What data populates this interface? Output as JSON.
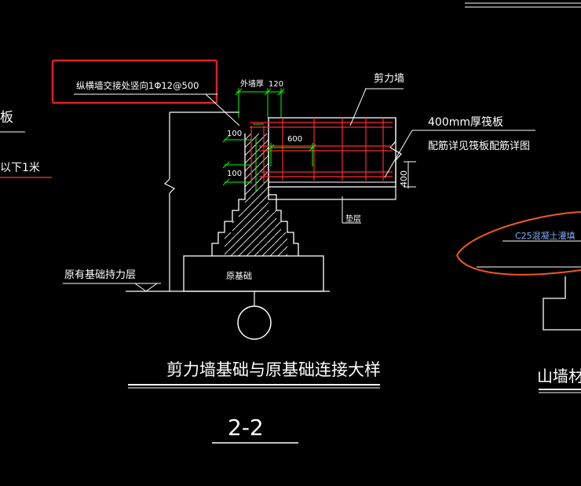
{
  "labels": {
    "callout_top": "纵横墙交接处竖向1Φ12@500",
    "outer_wall_thickness": "外墙厚",
    "dim_120": "120",
    "shear_wall": "剪力墙",
    "raft_thickness": "400mm厚筏板",
    "raft_rebar_note": "配筋详见筏板配筋详图",
    "dim_600": "600",
    "dim_100_top": "100",
    "dim_100_bottom": "100",
    "dim_400": "400",
    "cushion": "垫层",
    "orig_bearing_layer": "原有基础持力层",
    "orig_foundation": "原基础",
    "title": "剪力墙基础与原基础连接大样",
    "section_no": "2-2",
    "left_text_1": "板",
    "left_text_2": "以下1米",
    "right_note": "C25混凝土灌填",
    "right_title_partial": "山墙材"
  },
  "colors": {
    "background": "#000000",
    "line_white": "#ffffff",
    "rebar_red": "#ff2a2a",
    "dim_green": "#00ff00",
    "callout_box_red": "#e02020",
    "markup_orange": "#f05a20",
    "note_blue": "#7fb0ff",
    "left_red_line": "#d03030",
    "left_blue_line": "#5fa0ff"
  }
}
